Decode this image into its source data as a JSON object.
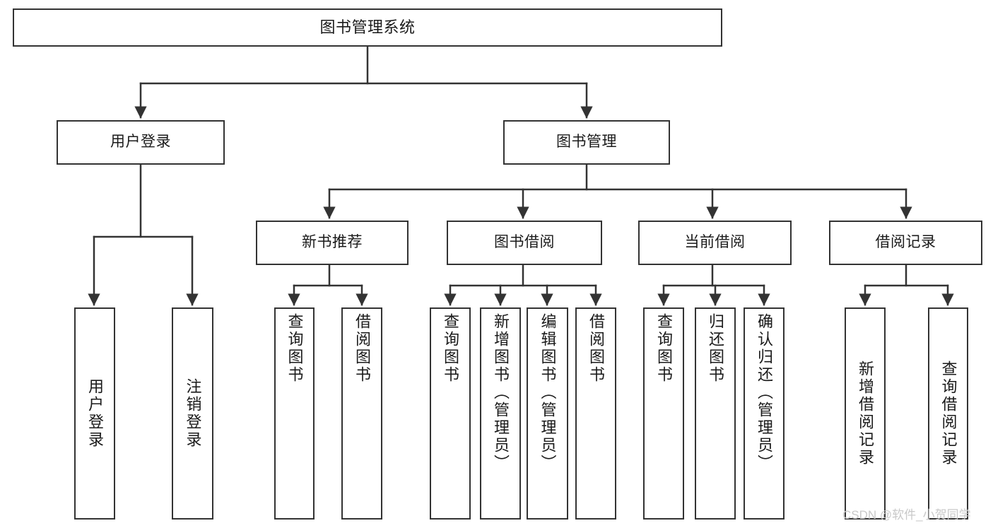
{
  "diagram": {
    "title": "图书管理系统",
    "type": "tree-hierarchy",
    "orientation": "top-down",
    "colors": {
      "box_border": "#333333",
      "box_fill": "#ffffff",
      "edge": "#333333",
      "text": "#1a1a1a",
      "watermark": "#c9c9c9",
      "background": "#ffffff"
    }
  },
  "root": {
    "label": "图书管理系统"
  },
  "level2": [
    {
      "label": "用户登录"
    },
    {
      "label": "图书管理"
    }
  ],
  "level3": [
    {
      "label": "新书推荐"
    },
    {
      "label": "图书借阅"
    },
    {
      "label": "当前借阅"
    },
    {
      "label": "借阅记录"
    }
  ],
  "leaves": {
    "user_login": [
      {
        "label": "用户登录"
      },
      {
        "label": "注销登录"
      }
    ],
    "new_book_recommend": [
      {
        "label": "查询图书"
      },
      {
        "label": "借阅图书"
      }
    ],
    "book_borrow": [
      {
        "label": "查询图书"
      },
      {
        "label": "新增图书（管理员）"
      },
      {
        "label": "编辑图书（管理员）"
      },
      {
        "label": "借阅图书"
      }
    ],
    "current_borrow": [
      {
        "label": "查询图书"
      },
      {
        "label": "归还图书"
      },
      {
        "label": "确认归还（管理员）"
      }
    ],
    "borrow_record": [
      {
        "label": "新增借阅记录"
      },
      {
        "label": "查询借阅记录"
      }
    ]
  },
  "watermark": {
    "text": "CSDN @软件_小贺同学"
  }
}
